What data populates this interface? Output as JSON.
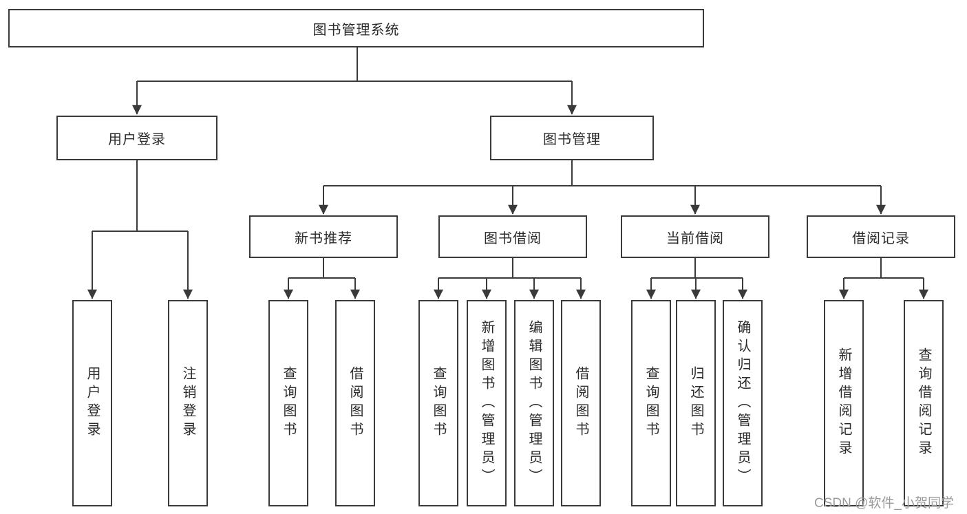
{
  "diagram": {
    "root": {
      "label": "图书管理系统"
    },
    "branches": [
      {
        "label": "用户登录",
        "children": [
          {
            "label": "用户登录"
          },
          {
            "label": "注销登录"
          }
        ]
      },
      {
        "label": "图书管理",
        "children": [
          {
            "label": "新书推荐",
            "children": [
              {
                "label": "查询图书"
              },
              {
                "label": "借阅图书"
              }
            ]
          },
          {
            "label": "图书借阅",
            "children": [
              {
                "label": "查询图书"
              },
              {
                "label": "新增图书（管理员）"
              },
              {
                "label": "编辑图书（管理员）"
              },
              {
                "label": "借阅图书"
              }
            ]
          },
          {
            "label": "当前借阅",
            "children": [
              {
                "label": "查询图书"
              },
              {
                "label": "归还图书"
              },
              {
                "label": "确认归还（管理员）"
              }
            ]
          },
          {
            "label": "借阅记录",
            "children": [
              {
                "label": "新增借阅记录"
              },
              {
                "label": "查询借阅记录"
              }
            ]
          }
        ]
      }
    ],
    "watermark": "CSDN @软件_小贺同学",
    "colors": {
      "line": "#3a3a3a",
      "box_border": "#3a3a3a",
      "box_fill": "#ffffff",
      "text": "#2b2b2b",
      "watermark": "#9b9b9b"
    }
  }
}
